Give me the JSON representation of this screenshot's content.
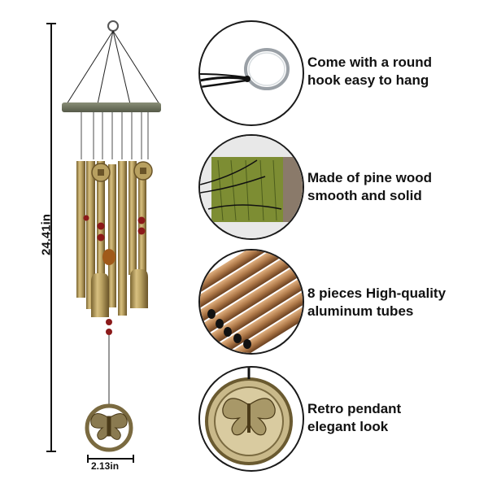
{
  "dimensions": {
    "height": "24.41in",
    "width": "2.13in"
  },
  "features": [
    {
      "line1": "Come with a round",
      "line2": "hook easy to hang",
      "icon": "ring-hook"
    },
    {
      "line1": "Made of pine wood",
      "line2": "smooth and solid",
      "icon": "wood-block"
    },
    {
      "line1": "8 pieces High-quality",
      "line2": "aluminum tubes",
      "icon": "tube-ends"
    },
    {
      "line1": "Retro pendant",
      "line2": "elegant look",
      "icon": "butterfly-pendant"
    }
  ],
  "colors": {
    "tube": "#b8a060",
    "tube_dark": "#7a6430",
    "wood": "#707560",
    "bead": "#8b1a1a",
    "bronze": "#8a7a50",
    "copper": "#b07a4a"
  }
}
